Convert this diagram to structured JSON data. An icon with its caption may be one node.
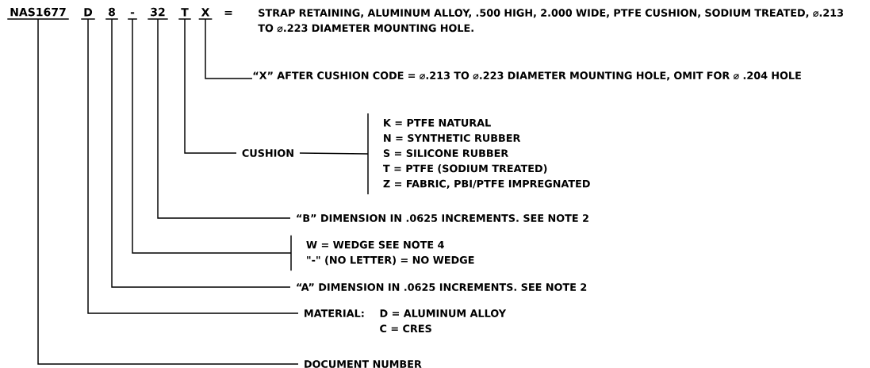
{
  "diagram": {
    "nodes": [
      {
        "text": [
          "NAS1677"
        ]
      },
      {
        "text": [
          "D"
        ]
      },
      {
        "text": [
          "8"
        ]
      },
      {
        "text": [
          "-"
        ]
      },
      {
        "text": [
          "32"
        ]
      },
      {
        "text": [
          "T"
        ]
      },
      {
        "text": [
          "X"
        ]
      },
      {
        "text": [
          "“X” AFTER CUSHION CODE = ⌀.213 TO ⌀.223 DIAMETER MOUNTING HOLE, OMIT FOR ⌀ .204 HOLE"
        ]
      },
      {
        "text": [
          "CUSHION"
        ]
      },
      {
        "text": [
          "K = PTFE NATURAL",
          "N = SYNTHETIC RUBBER",
          "S = SILICONE RUBBER",
          "T = PTFE (SODIUM TREATED)",
          "Z = FABRIC, PBI/PTFE IMPREGNATED"
        ]
      },
      {
        "text": [
          "“B” DIMENSION IN .0625 INCREMENTS. SEE NOTE 2"
        ]
      },
      {
        "text": [
          "W = WEDGE SEE NOTE 4",
          "\"-\" (NO LETTER) = NO WEDGE"
        ]
      },
      {
        "text": [
          "“A” DIMENSION IN .0625 INCREMENTS. SEE NOTE 2"
        ]
      },
      {
        "text": [
          "MATERIAL:",
          "D = ALUMINUM ALLOY",
          "C = CRES"
        ]
      },
      {
        "text": [
          "DOCUMENT NUMBER"
        ]
      }
    ],
    "edges": [
      {
        "from": 6,
        "to": 7,
        "arrow": "none"
      },
      {
        "from": 5,
        "to": 8,
        "arrow": "none"
      },
      {
        "from": 8,
        "to": 9,
        "arrow": "none"
      },
      {
        "from": 4,
        "to": 10,
        "arrow": "none"
      },
      {
        "from": 3,
        "to": 11,
        "arrow": "none"
      },
      {
        "from": 2,
        "to": 12,
        "arrow": "none"
      },
      {
        "from": 1,
        "to": 13,
        "arrow": "none"
      },
      {
        "from": 0,
        "to": 14,
        "arrow": "none"
      }
    ],
    "labels": [
      "=",
      "STRAP RETAINING, ALUMINUM ALLOY, .500 HIGH, 2.000 WIDE, PTFE CUSHION, SODIUM TREATED, ⌀.213 TO ⌀.223 DIAMETER MOUNTING HOLE."
    ]
  }
}
